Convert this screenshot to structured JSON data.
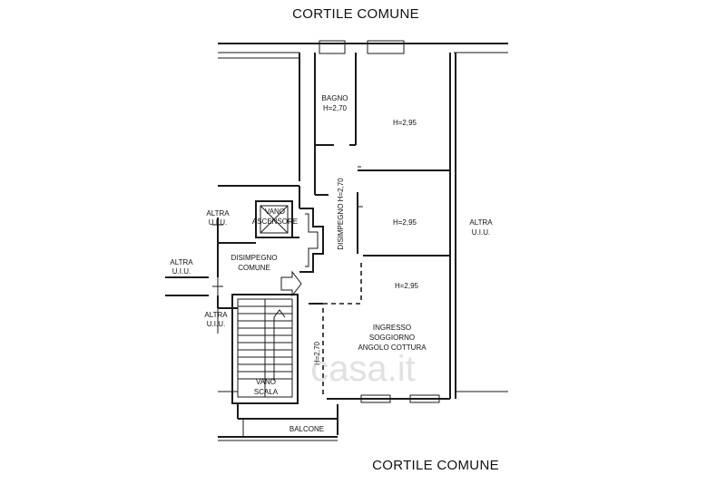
{
  "labels": {
    "courtyard_top": "CORTILE COMUNE",
    "courtyard_bottom": "CORTILE COMUNE",
    "bathroom": "BAGNO",
    "bathroom_height": "H=2,70",
    "room1_height": "H=2,95",
    "room2_height": "H=2,95",
    "room3_height": "H=2,95",
    "corridor": "DISIMPEGNO H=2,70",
    "altra_right_1": "ALTRA",
    "altra_right_2": "U.I.U.",
    "altra_tl_1": "ALTRA",
    "altra_tl_2": "U.I.U.",
    "altra_ml_1": "ALTRA",
    "altra_ml_2": "U.I.U.",
    "altra_bl_1": "ALTRA",
    "altra_bl_2": "U.I.U.",
    "elevator_1": "VANO",
    "elevator_2": "ASCENSORE",
    "common_hall_1": "DISIMPEGNO",
    "common_hall_2": "COMUNE",
    "living_1": "INGRESSO",
    "living_2": "SOGGIORNO",
    "living_3": "ANGOLO COTTURA",
    "living_height": "H=2,70",
    "stair_1": "VANO",
    "stair_2": "SCALA",
    "balcony": "BALCONE",
    "watermark": "casa.it"
  }
}
